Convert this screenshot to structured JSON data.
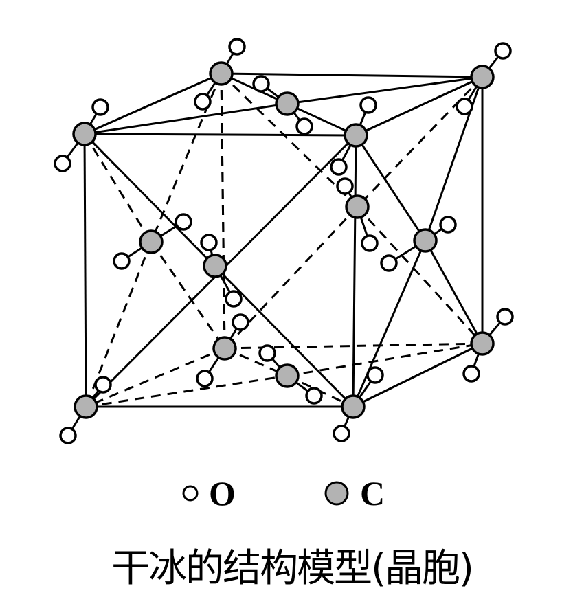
{
  "colors": {
    "carbon_fill": "#b3b3b3",
    "oxygen_fill": "#ffffff",
    "stroke": "#000000",
    "background": "#ffffff"
  },
  "legend": [
    {
      "symbol": "oxygen-atom",
      "label": "O"
    },
    {
      "symbol": "carbon-atom",
      "label": "C"
    }
  ],
  "caption": "干冰的结构模型(晶胞)",
  "structure": {
    "cube_edges_solid": [
      [
        123,
        195,
        518,
        197
      ],
      [
        518,
        197,
        514,
        592
      ],
      [
        514,
        592,
        125,
        592
      ],
      [
        125,
        592,
        123,
        195
      ],
      [
        322,
        107,
        702,
        112
      ],
      [
        702,
        112,
        702,
        500
      ],
      [
        322,
        107,
        123,
        195
      ],
      [
        702,
        112,
        518,
        197
      ],
      [
        702,
        500,
        514,
        592
      ]
    ],
    "cube_edges_dashed": [
      [
        322,
        107,
        327,
        507
      ],
      [
        327,
        507,
        702,
        500
      ],
      [
        327,
        507,
        125,
        592
      ]
    ],
    "face_lines_solid": [
      [
        123,
        195,
        322,
        107
      ],
      [
        123,
        195,
        418,
        151
      ],
      [
        322,
        107,
        418,
        151
      ],
      [
        418,
        151,
        518,
        197
      ],
      [
        418,
        151,
        702,
        112
      ],
      [
        123,
        195,
        514,
        592
      ],
      [
        518,
        197,
        125,
        592
      ],
      [
        518,
        197,
        619,
        350
      ],
      [
        702,
        112,
        619,
        350
      ],
      [
        619,
        350,
        702,
        500
      ],
      [
        619,
        350,
        514,
        592
      ],
      [
        702,
        112,
        518,
        197
      ],
      [
        514,
        592,
        702,
        500
      ]
    ],
    "face_lines_dashed": [
      [
        322,
        107,
        520,
        301
      ],
      [
        702,
        112,
        520,
        301
      ],
      [
        520,
        301,
        327,
        507
      ],
      [
        520,
        301,
        702,
        500
      ],
      [
        123,
        195,
        220,
        352
      ],
      [
        322,
        107,
        220,
        352
      ],
      [
        220,
        352,
        327,
        507
      ],
      [
        220,
        352,
        125,
        592
      ],
      [
        125,
        592,
        418,
        547
      ],
      [
        327,
        507,
        418,
        547
      ],
      [
        418,
        547,
        514,
        592
      ],
      [
        418,
        547,
        702,
        500
      ],
      [
        322,
        107,
        327,
        507
      ]
    ],
    "molecules": [
      {
        "c": [
          123,
          195
        ],
        "o1": [
          146,
          156
        ],
        "o2": [
          91,
          238
        ]
      },
      {
        "c": [
          322,
          107
        ],
        "o1": [
          345,
          68
        ],
        "o2": [
          295,
          148
        ]
      },
      {
        "c": [
          418,
          151
        ],
        "o1": [
          380,
          122
        ],
        "o2": [
          443,
          184
        ]
      },
      {
        "c": [
          518,
          197
        ],
        "o1": [
          536,
          153
        ],
        "o2": [
          493,
          243
        ]
      },
      {
        "c": [
          702,
          112
        ],
        "o1": [
          732,
          74
        ],
        "o2": [
          676,
          155
        ]
      },
      {
        "c": [
          220,
          352
        ],
        "o1": [
          267,
          323
        ],
        "o2": [
          177,
          380
        ]
      },
      {
        "c": [
          313,
          387
        ],
        "o1": [
          304,
          353
        ],
        "o2": [
          340,
          435
        ]
      },
      {
        "c": [
          520,
          301
        ],
        "o1": [
          502,
          271
        ],
        "o2": [
          538,
          354
        ]
      },
      {
        "c": [
          619,
          350
        ],
        "o1": [
          652,
          327
        ],
        "o2": [
          566,
          383
        ]
      },
      {
        "c": [
          327,
          507
        ],
        "o1": [
          350,
          469
        ],
        "o2": [
          298,
          551
        ]
      },
      {
        "c": [
          418,
          547
        ],
        "o1": [
          389,
          514
        ],
        "o2": [
          457,
          576
        ]
      },
      {
        "c": [
          702,
          500
        ],
        "o1": [
          735,
          461
        ],
        "o2": [
          686,
          544
        ]
      },
      {
        "c": [
          125,
          592
        ],
        "o1": [
          150,
          560
        ],
        "o2": [
          99,
          634
        ]
      },
      {
        "c": [
          514,
          592
        ],
        "o1": [
          546,
          546
        ],
        "o2": [
          497,
          631
        ]
      }
    ]
  }
}
